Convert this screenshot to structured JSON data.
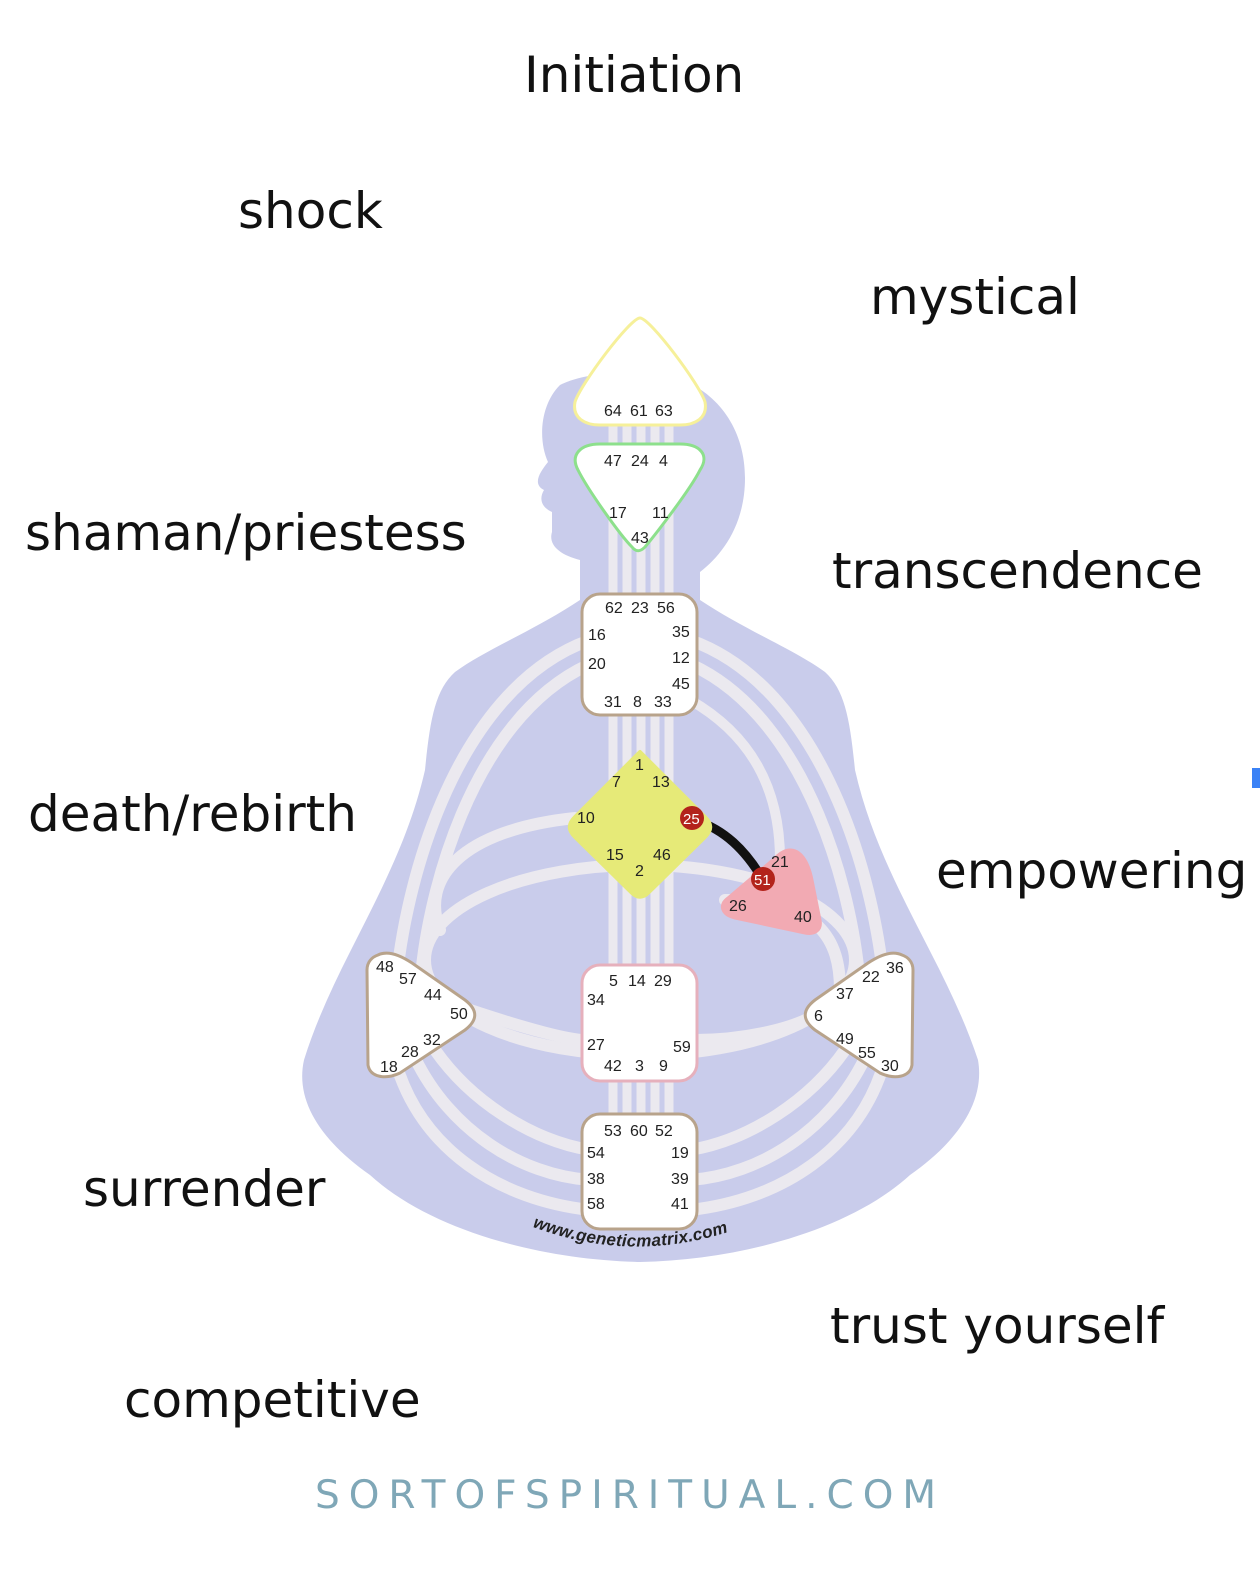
{
  "words": {
    "initiation": "Initiation",
    "shock": "shock",
    "mystical": "mystical",
    "shaman": "shaman/priestess",
    "transcendence": "transcendence",
    "death": "death/rebirth",
    "empowering": "empowering",
    "surrender": "surrender",
    "trust": "trust yourself",
    "competitive": "competitive"
  },
  "chart": {
    "head": [
      "64",
      "61",
      "63"
    ],
    "ajna": [
      "47",
      "24",
      "4",
      "17",
      "11",
      "43"
    ],
    "throat": [
      "62",
      "23",
      "56",
      "16",
      "35",
      "20",
      "12",
      "45",
      "31",
      "8",
      "33"
    ],
    "g_center": [
      "1",
      "7",
      "13",
      "10",
      "25",
      "15",
      "46",
      "2"
    ],
    "heart": [
      "21",
      "51",
      "26",
      "40"
    ],
    "spleen": [
      "48",
      "57",
      "44",
      "50",
      "32",
      "28",
      "18"
    ],
    "sacral": [
      "5",
      "14",
      "29",
      "34",
      "27",
      "59",
      "42",
      "3",
      "9"
    ],
    "solar_plexus": [
      "22",
      "36",
      "37",
      "6",
      "49",
      "55",
      "30"
    ],
    "root": [
      "53",
      "60",
      "52",
      "54",
      "19",
      "38",
      "39",
      "58",
      "41"
    ],
    "website": "www.geneticmatrix.com",
    "active_channel": "25-51"
  },
  "colors": {
    "body": "#c9cceb",
    "channel": "#ebe9ef",
    "head": "#faf4a8",
    "g_center": "#e6ea78",
    "heart": "#f2aab3",
    "active_gate": "#b3231b",
    "footer": "#7fa7b7"
  },
  "footer": "SORTOFSPIRITUAL.COM"
}
